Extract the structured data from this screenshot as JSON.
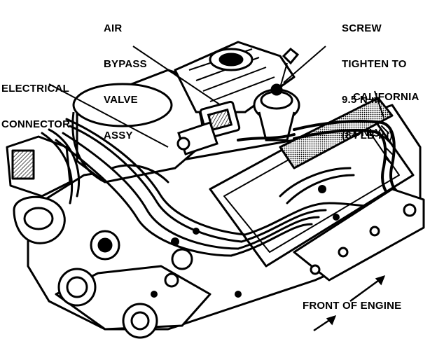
{
  "labels": {
    "air_bypass": [
      "AIR",
      "BYPASS",
      "VALVE",
      "ASSY"
    ],
    "electrical": [
      "ELECTRICAL",
      "CONNECTOR"
    ],
    "screw": [
      "SCREW",
      "TIGHTEN TO",
      "9.5 N·m",
      "(84 LB-IN)"
    ],
    "california": [
      "CALIFORNIA",
      "ONLY"
    ],
    "front": "FRONT OF ENGINE"
  },
  "colors": {
    "ink": "#000000",
    "paper": "#ffffff",
    "shade": "#d9d9d9"
  }
}
